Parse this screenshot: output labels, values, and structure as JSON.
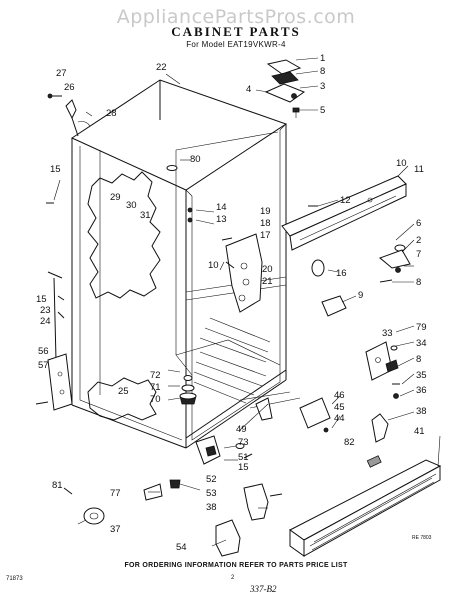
{
  "header": {
    "watermark": "AppliancePartsPros.com",
    "title": "CABINET PARTS",
    "subtitle": "For Model EAT19VKWR-4"
  },
  "footer": {
    "note": "FOR ORDERING INFORMATION REFER TO PARTS PRICE LIST",
    "code_left": "71873",
    "page_number": "2",
    "handwritten": "337-B2",
    "ref_code": "RE 7803"
  },
  "callouts": [
    "1",
    "8",
    "3",
    "5",
    "4",
    "27",
    "26",
    "22",
    "28",
    "80",
    "15",
    "29",
    "30",
    "31",
    "14",
    "13",
    "19",
    "18",
    "17",
    "12",
    "10",
    "11",
    "6",
    "2",
    "16",
    "7",
    "8",
    "20",
    "21",
    "9",
    "10",
    "15",
    "23",
    "24",
    "56",
    "57",
    "33",
    "79",
    "34",
    "8",
    "35",
    "36",
    "38",
    "41",
    "72",
    "71",
    "70",
    "25",
    "46",
    "45",
    "44",
    "49",
    "73",
    "51",
    "82",
    "81",
    "77",
    "52",
    "53",
    "15",
    "38",
    "54",
    "37"
  ]
}
